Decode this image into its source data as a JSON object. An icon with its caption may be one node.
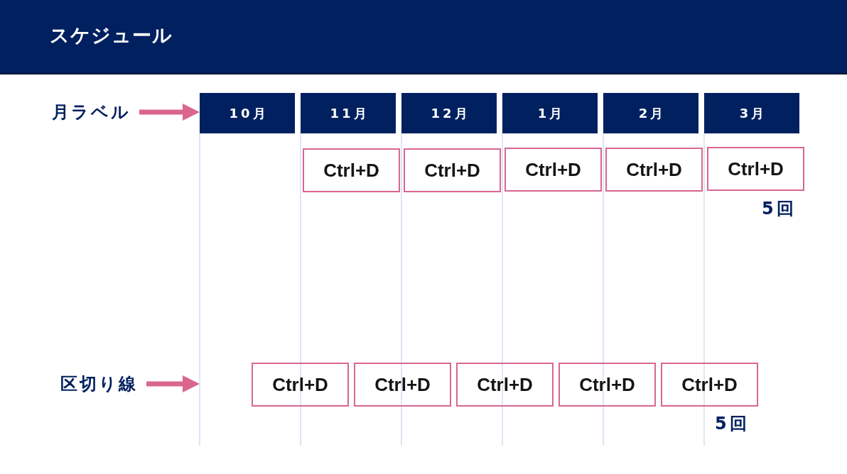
{
  "diagram": {
    "title": "スケジュール",
    "nodes": [
      {
        "text": [
          "月ラベル"
        ]
      },
      {
        "text": [
          "10月"
        ]
      },
      {
        "text": [
          "11月"
        ]
      },
      {
        "text": [
          "12月"
        ]
      },
      {
        "text": [
          "1月"
        ]
      },
      {
        "text": [
          "2月"
        ]
      },
      {
        "text": [
          "3月"
        ]
      },
      {
        "text": [
          "Ctrl+D"
        ]
      },
      {
        "text": [
          "Ctrl+D"
        ]
      },
      {
        "text": [
          "Ctrl+D"
        ]
      },
      {
        "text": [
          "Ctrl+D"
        ]
      },
      {
        "text": [
          "Ctrl+D"
        ]
      },
      {
        "text": [
          "区切り線"
        ]
      },
      {
        "text": [
          "Ctrl+D"
        ]
      },
      {
        "text": [
          "Ctrl+D"
        ]
      },
      {
        "text": [
          "Ctrl+D"
        ]
      },
      {
        "text": [
          "Ctrl+D"
        ]
      },
      {
        "text": [
          "Ctrl+D"
        ]
      }
    ],
    "edges": [
      {
        "from": 0,
        "to": 1,
        "arrow": "to"
      },
      {
        "from": 12,
        "to": null,
        "arrow": "to"
      }
    ],
    "labels": [
      "5回",
      "5回"
    ]
  }
}
